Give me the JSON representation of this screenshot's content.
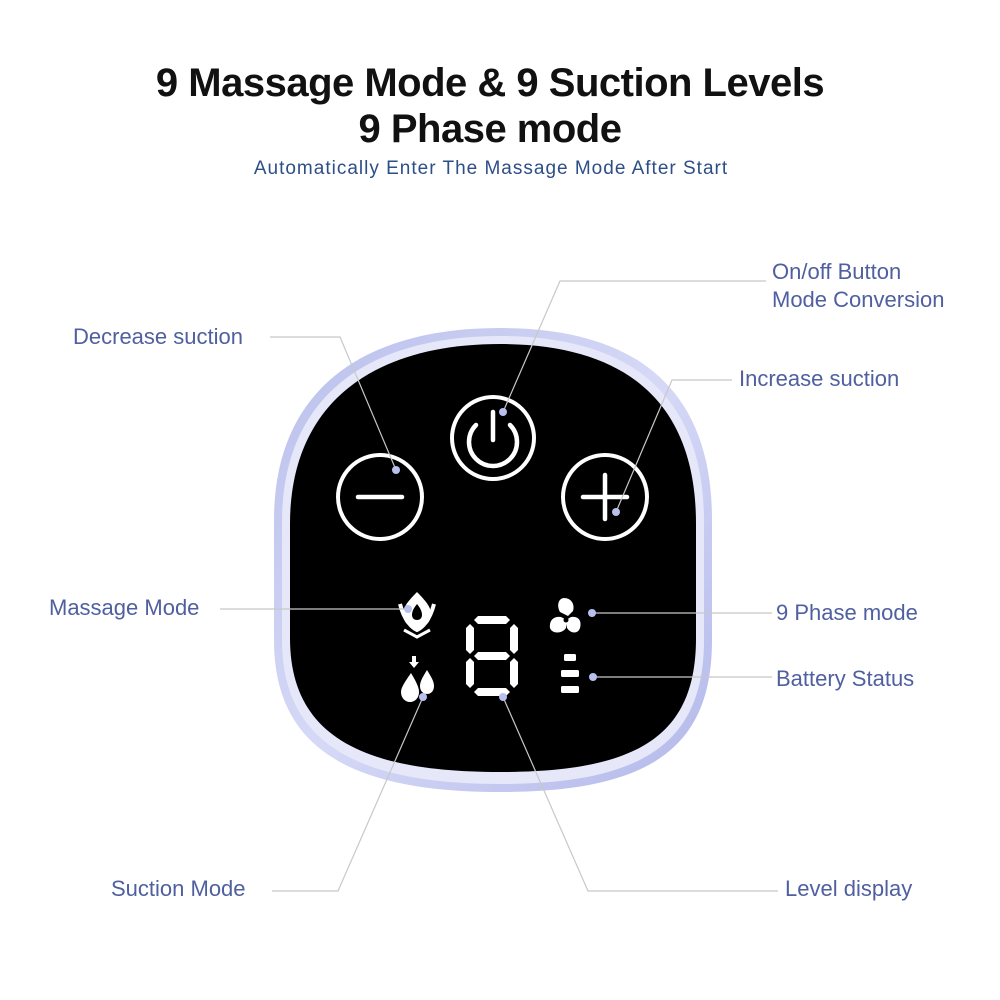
{
  "header": {
    "title_line1": "9 Massage Mode & 9 Suction Levels",
    "title_line2": "9 Phase mode",
    "subtitle": "Automatically Enter The Massage Mode After Start"
  },
  "callouts": {
    "onoff_line1": "On/off Button",
    "onoff_line2": "Mode Conversion",
    "decrease": "Decrease suction",
    "increase": "Increase suction",
    "massage_mode": "Massage Mode",
    "phase_mode": "9 Phase mode",
    "battery_status": "Battery Status",
    "suction_mode": "Suction Mode",
    "level_display": "Level display"
  },
  "icons": {
    "power": "power-icon",
    "minus": "minus-icon",
    "plus": "plus-icon",
    "massage": "massage-mode-icon",
    "phase": "fan-icon",
    "battery": "battery-icon",
    "suction": "droplets-icon",
    "display": "seven-segment-display"
  },
  "colors": {
    "panel_face": "#000000",
    "panel_rim": "#c3c8ef",
    "label_text": "#4f5f9f",
    "subtitle_text": "#2d4e86",
    "leader_line": "#c8c8c8",
    "dot": "#b8c0ee"
  }
}
